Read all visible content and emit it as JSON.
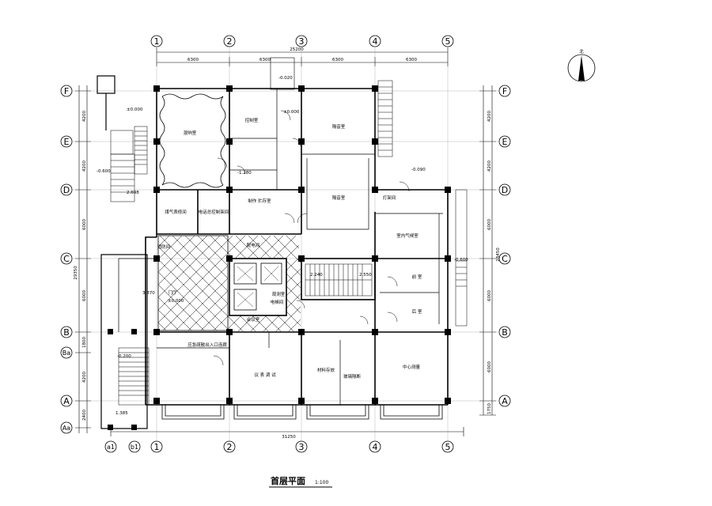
{
  "title": {
    "name": "首层平面",
    "scale": "1:100"
  },
  "compass": {
    "label": "北"
  },
  "axes": {
    "columns": [
      "1",
      "2",
      "3",
      "4",
      "5"
    ],
    "rows": [
      "F",
      "E",
      "D",
      "C",
      "B",
      "Ba",
      "A",
      "Aa"
    ],
    "extra_columns": [
      "a1",
      "b1"
    ]
  },
  "dimensions": {
    "top_total": "25200",
    "top_spans": [
      "6300",
      "6300",
      "6300",
      "6300"
    ],
    "bottom_total": "31250",
    "left_spans": [
      "4200",
      "4200",
      "6000",
      "6000",
      "1800",
      "4200",
      "2400"
    ],
    "left_total": "29350",
    "right_spans": [
      "4200",
      "4200",
      "6000",
      "6000",
      "6000",
      "1750"
    ],
    "right_total": "28450"
  },
  "levels": [
    "±0.000",
    "±0.000",
    "-0.020",
    "-0.600",
    "2.698",
    "-1.280",
    "-0.090",
    "-0.600",
    "2.240",
    "2.550",
    "-0.200",
    "1.385",
    "3.870",
    "±0.000"
  ],
  "rooms": [
    "混响室",
    "控制室",
    "隔音室",
    "隔音室",
    "煤气表修间",
    "电话总控制架间",
    "制作 贮存室",
    "灯架间",
    "室内气候室",
    "消防间",
    "前 室",
    "后 室",
    "议 表 调 试",
    "材料存放",
    "玻璃隔断",
    "中心测量",
    "门厅",
    "配电间",
    "应急疏散出入口连廊",
    "观测室",
    "电梯间",
    "会议室"
  ]
}
